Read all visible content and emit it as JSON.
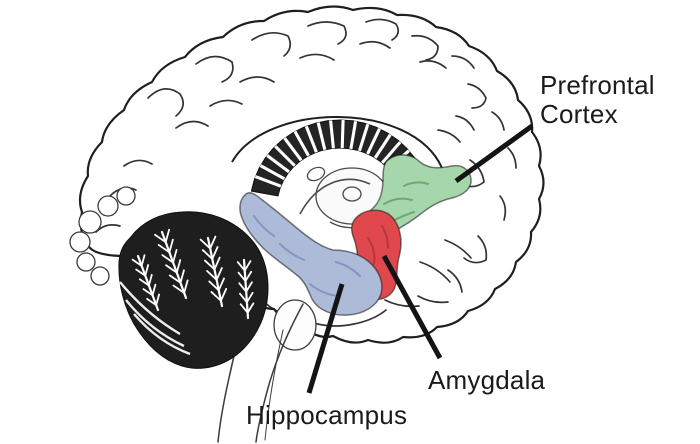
{
  "diagram": {
    "background_color": "#ffffff",
    "ink_color": "#1f1f1f",
    "leader_line_color": "#141414",
    "label_text_color": "#1b1b1b",
    "regions": [
      {
        "id": "prefrontal-cortex",
        "label": "Prefrontal Cortex",
        "label_line1": "Prefrontal",
        "label_line2": "Cortex",
        "highlight_color": "#a6d7ab",
        "detail_color": "#6fa878"
      },
      {
        "id": "amygdala",
        "label": "Amygdala",
        "highlight_color": "#e0484e",
        "detail_color": "#b23840"
      },
      {
        "id": "hippocampus",
        "label": "Hippocampus",
        "highlight_color": "#adbbd9",
        "detail_color": "#8495bf"
      }
    ]
  }
}
